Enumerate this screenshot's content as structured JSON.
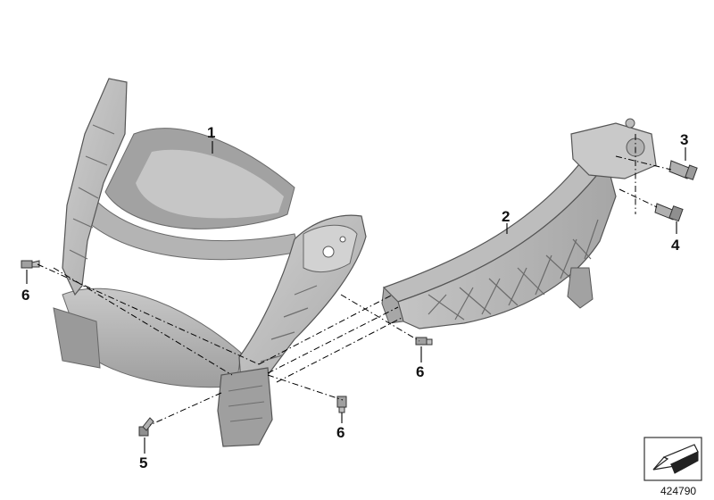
{
  "diagram": {
    "callouts": [
      {
        "part": "headlight-carrier",
        "label": "1"
      },
      {
        "part": "support-bracket",
        "label": "2"
      },
      {
        "part": "stud-bolt",
        "label": "3"
      },
      {
        "part": "hex-bolt",
        "label": "4"
      },
      {
        "part": "hex-screw",
        "label": "5"
      },
      {
        "part": "pin-screw-left",
        "label": "6"
      },
      {
        "part": "pin-screw-middle",
        "label": "6"
      },
      {
        "part": "pin-screw-bottom",
        "label": "6"
      }
    ],
    "diagram_number": "424790",
    "colors": {
      "part_fill": "#b9b9b9",
      "part_dark": "#8a8a8a",
      "part_light": "#d6d6d6",
      "outline": "#555555",
      "line": "#000000"
    }
  }
}
